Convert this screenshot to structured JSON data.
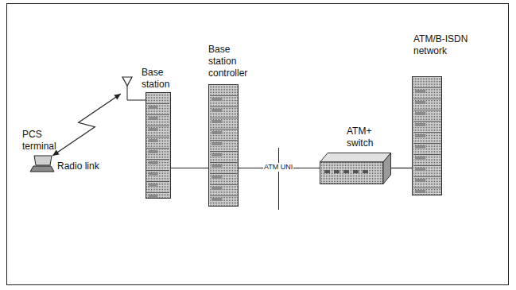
{
  "diagram": {
    "nodes": [
      {
        "text": [
          "PCS terminal"
        ]
      },
      {
        "text": [
          "Base station"
        ]
      },
      {
        "text": [
          "Base station controller"
        ]
      },
      {
        "text": [
          "ATM+ switch"
        ]
      },
      {
        "text": [
          "ATM/B-ISDN network"
        ]
      }
    ],
    "edges": [
      {
        "from": 0,
        "to": 1,
        "arrow": "both",
        "label": "Radio link"
      },
      {
        "from": 1,
        "to": 2,
        "arrow": "none"
      },
      {
        "from": 2,
        "to": 3,
        "arrow": "none",
        "label": "ATM UNI"
      },
      {
        "from": 3,
        "to": 4,
        "arrow": "none"
      }
    ]
  }
}
